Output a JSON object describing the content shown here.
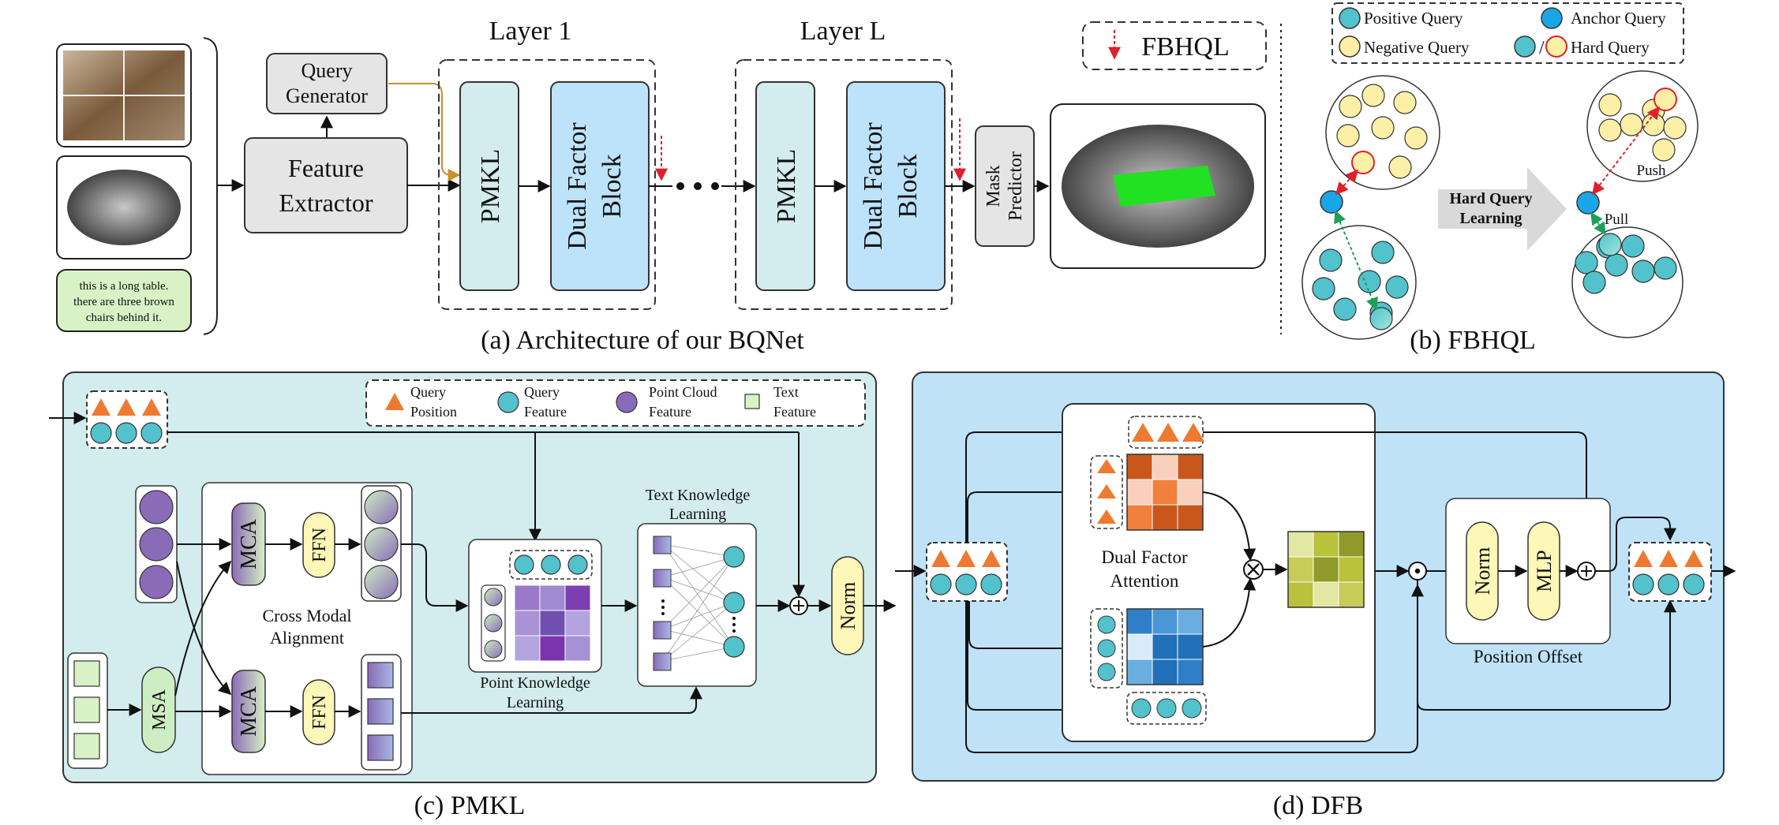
{
  "panel_a": {
    "caption": "(a) Architecture of our BQNet",
    "text_input": [
      "this is a long table.",
      "there are  three brown",
      "chairs behind it."
    ],
    "query_generator": [
      "Query",
      "Generator"
    ],
    "feature_extractor": [
      "Feature",
      "Extractor"
    ],
    "layer1_title": "Layer 1",
    "layerL_title": "Layer L",
    "pmkl": "PMKL",
    "dual_factor_block": [
      "Dual Factor",
      "Block"
    ],
    "mask_predictor": [
      "Mask",
      "Predictor"
    ],
    "fbhql_legend": "FBHQL"
  },
  "panel_b": {
    "caption": "(b) FBHQL",
    "legend": {
      "positive": "Positive Query",
      "negative": "Negative Query",
      "anchor": "Anchor Query",
      "hard": "Hard  Query",
      "slash": "/"
    },
    "hard_learning": [
      "Hard Query",
      "Learning"
    ],
    "push": "Push",
    "pull": "Pull"
  },
  "panel_c": {
    "caption": "(c) PMKL",
    "legend": {
      "qpos": [
        "Query",
        "Position"
      ],
      "qfeat": [
        "Query",
        "Feature"
      ],
      "pcf": [
        "Point Cloud",
        "Feature"
      ],
      "txt": [
        "Text",
        "Feature"
      ]
    },
    "mca": "MCA",
    "ffn": "FFN",
    "msa": "MSA",
    "cross_modal": [
      "Cross Modal",
      "Alignment"
    ],
    "point_knowledge": [
      "Point Knowledge",
      "Learning"
    ],
    "text_knowledge": [
      "Text Knowledge",
      "Learning"
    ],
    "norm": "Norm"
  },
  "panel_d": {
    "caption": "(d) DFB",
    "dual_factor_attention": [
      "Dual Factor",
      "Attention"
    ],
    "norm": "Norm",
    "mlp": "MLP",
    "position_offset": "Position  Offset"
  },
  "colors": {
    "pmkl_bg": "#d3ecee",
    "dfb_bg": "#bfe2f7",
    "query_feature": "#52c2cc",
    "negative": "#fdf0a6",
    "anchor": "#19a6e6",
    "triangle": "#ee7a31",
    "pc_purple": "#8a6bb8",
    "text_green": "#d8f2c6",
    "gray_box": "#e5e5e5",
    "pmkl_box": "#d3ecee",
    "dfb_box": "#bde3fa",
    "yellow_pill": "#fdf7b8"
  }
}
